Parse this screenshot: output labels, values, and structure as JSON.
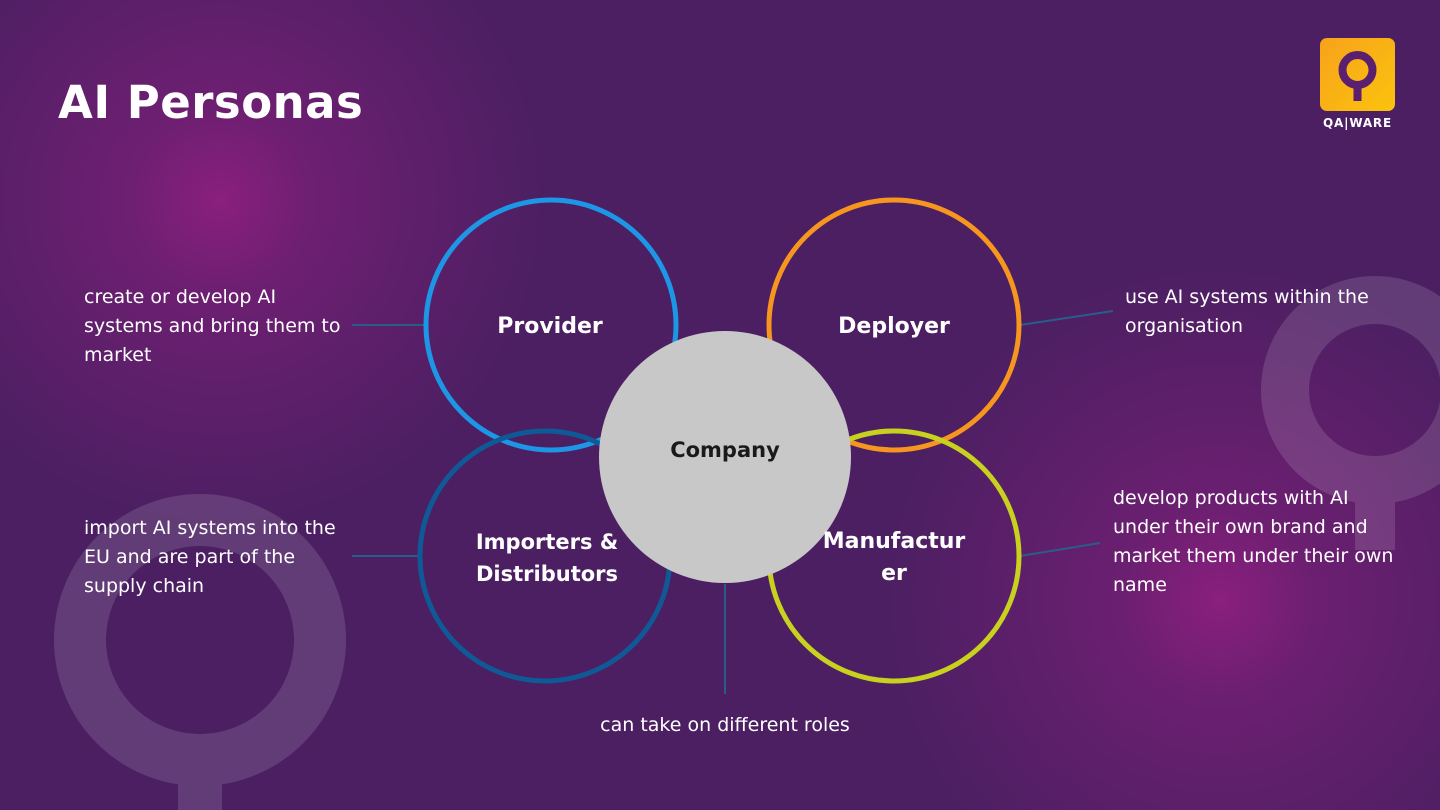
{
  "slide": {
    "title": "AI Personas"
  },
  "logo": {
    "text": "QA|WARE",
    "icon": "location-pin-icon",
    "colors": [
      "#f7a21b",
      "#fbc30d",
      "#5a1f6e"
    ]
  },
  "diagram": {
    "center": {
      "label": "Company",
      "description": "can take on different roles",
      "color": "#c8c8c8"
    },
    "roles": [
      {
        "label": "Provider",
        "description": "create or develop AI systems and bring them to market",
        "color": "#1e96e6"
      },
      {
        "label": "Deployer",
        "description": "use AI systems within the organisation",
        "color": "#f7961e"
      },
      {
        "label": "Importers & Distributors",
        "description": "import AI systems into the EU and are part of the supply chain",
        "color": "#0f5a96"
      },
      {
        "label": "Manufacturer",
        "description": "develop products with AI under their own brand and market them under their own name",
        "color": "#c8d21e"
      }
    ]
  },
  "theme": {
    "background": "#4b1f62",
    "highlight": "#8a1f7e",
    "connector": "#2a5c8a"
  }
}
